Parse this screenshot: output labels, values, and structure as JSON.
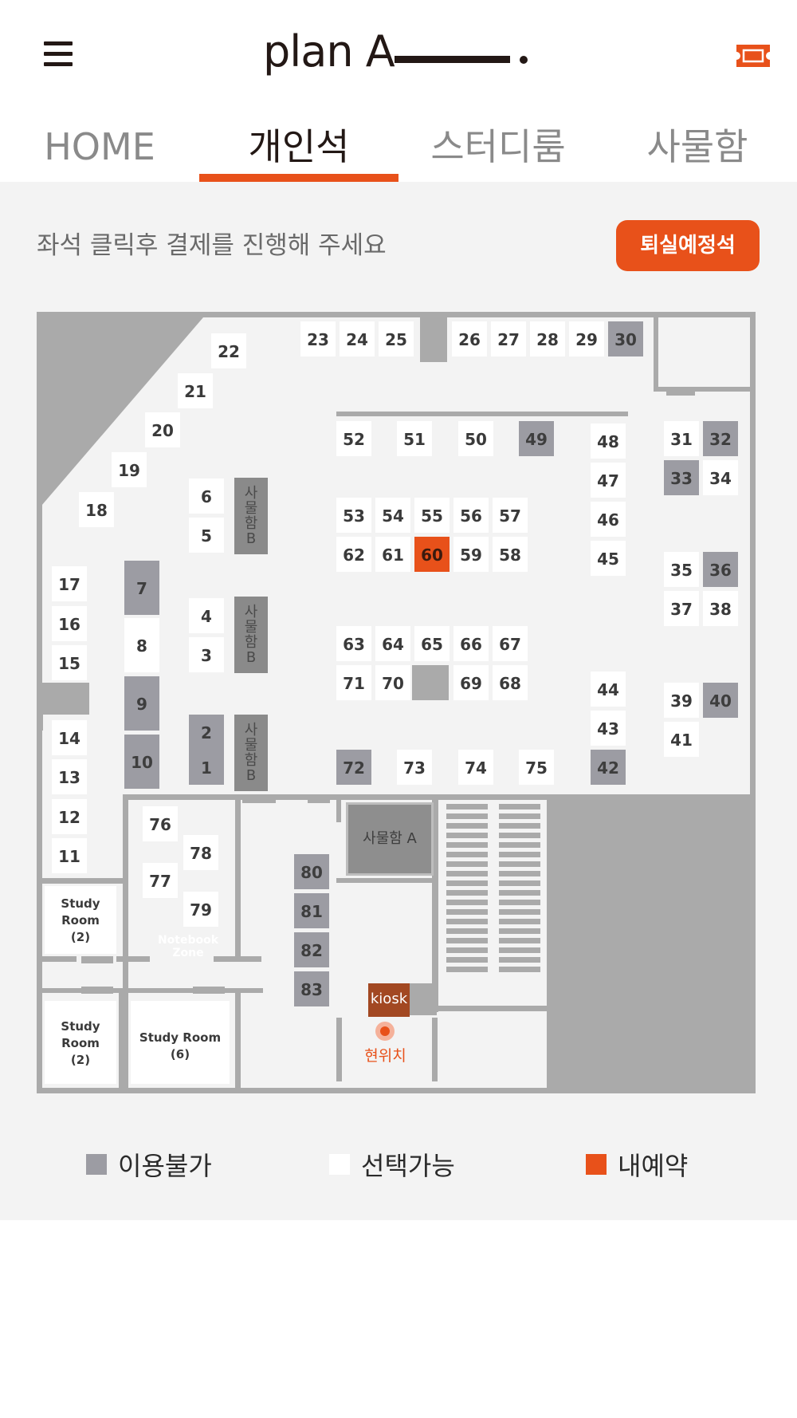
{
  "header": {
    "logo_text": "plan A",
    "colors": {
      "accent": "#e8511a",
      "dark": "#231815"
    }
  },
  "tabs": [
    {
      "label": "HOME"
    },
    {
      "label": "개인석"
    },
    {
      "label": "스터디룸"
    },
    {
      "label": "사물함"
    }
  ],
  "active_tab": "개인석",
  "instruction": "좌석 클릭후 결제를 진행해 주세요",
  "leave_button": "퇴실예정석",
  "map": {
    "seats": [
      {
        "n": "1",
        "s": "u"
      },
      {
        "n": "2",
        "s": "u"
      },
      {
        "n": "3",
        "s": "a"
      },
      {
        "n": "4",
        "s": "a"
      },
      {
        "n": "5",
        "s": "a"
      },
      {
        "n": "6",
        "s": "a"
      },
      {
        "n": "7",
        "s": "u"
      },
      {
        "n": "8",
        "s": "a"
      },
      {
        "n": "9",
        "s": "u"
      },
      {
        "n": "10",
        "s": "u"
      },
      {
        "n": "11",
        "s": "a"
      },
      {
        "n": "12",
        "s": "a"
      },
      {
        "n": "13",
        "s": "a"
      },
      {
        "n": "14",
        "s": "a"
      },
      {
        "n": "15",
        "s": "a"
      },
      {
        "n": "16",
        "s": "a"
      },
      {
        "n": "17",
        "s": "a"
      },
      {
        "n": "18",
        "s": "a"
      },
      {
        "n": "19",
        "s": "a"
      },
      {
        "n": "20",
        "s": "a"
      },
      {
        "n": "21",
        "s": "a"
      },
      {
        "n": "22",
        "s": "a"
      },
      {
        "n": "23",
        "s": "a"
      },
      {
        "n": "24",
        "s": "a"
      },
      {
        "n": "25",
        "s": "a"
      },
      {
        "n": "26",
        "s": "a"
      },
      {
        "n": "27",
        "s": "a"
      },
      {
        "n": "28",
        "s": "a"
      },
      {
        "n": "29",
        "s": "a"
      },
      {
        "n": "30",
        "s": "u"
      },
      {
        "n": "31",
        "s": "a"
      },
      {
        "n": "32",
        "s": "u"
      },
      {
        "n": "33",
        "s": "u"
      },
      {
        "n": "34",
        "s": "a"
      },
      {
        "n": "35",
        "s": "a"
      },
      {
        "n": "36",
        "s": "u"
      },
      {
        "n": "37",
        "s": "a"
      },
      {
        "n": "38",
        "s": "a"
      },
      {
        "n": "39",
        "s": "a"
      },
      {
        "n": "40",
        "s": "u"
      },
      {
        "n": "41",
        "s": "a"
      },
      {
        "n": "42",
        "s": "u"
      },
      {
        "n": "43",
        "s": "a"
      },
      {
        "n": "44",
        "s": "a"
      },
      {
        "n": "45",
        "s": "a"
      },
      {
        "n": "46",
        "s": "a"
      },
      {
        "n": "47",
        "s": "a"
      },
      {
        "n": "48",
        "s": "a"
      },
      {
        "n": "49",
        "s": "u"
      },
      {
        "n": "50",
        "s": "a"
      },
      {
        "n": "51",
        "s": "a"
      },
      {
        "n": "52",
        "s": "a"
      },
      {
        "n": "53",
        "s": "a"
      },
      {
        "n": "54",
        "s": "a"
      },
      {
        "n": "55",
        "s": "a"
      },
      {
        "n": "56",
        "s": "a"
      },
      {
        "n": "57",
        "s": "a"
      },
      {
        "n": "58",
        "s": "a"
      },
      {
        "n": "59",
        "s": "a"
      },
      {
        "n": "60",
        "s": "m"
      },
      {
        "n": "61",
        "s": "a"
      },
      {
        "n": "62",
        "s": "a"
      },
      {
        "n": "63",
        "s": "a"
      },
      {
        "n": "64",
        "s": "a"
      },
      {
        "n": "65",
        "s": "a"
      },
      {
        "n": "66",
        "s": "a"
      },
      {
        "n": "67",
        "s": "a"
      },
      {
        "n": "68",
        "s": "a"
      },
      {
        "n": "69",
        "s": "a"
      },
      {
        "n": "70",
        "s": "a"
      },
      {
        "n": "71",
        "s": "a"
      },
      {
        "n": "72",
        "s": "u"
      },
      {
        "n": "73",
        "s": "a"
      },
      {
        "n": "74",
        "s": "a"
      },
      {
        "n": "75",
        "s": "a"
      },
      {
        "n": "76",
        "s": "a"
      },
      {
        "n": "77",
        "s": "a"
      },
      {
        "n": "78",
        "s": "a"
      },
      {
        "n": "79",
        "s": "a"
      },
      {
        "n": "80",
        "s": "u"
      },
      {
        "n": "81",
        "s": "u"
      },
      {
        "n": "82",
        "s": "u"
      },
      {
        "n": "83",
        "s": "u"
      }
    ],
    "locker_b_label": "사물함B",
    "locker_a_label": "사물함 A",
    "study_room_1": "Study Room (2)",
    "study_room_2": "Study Room (2)",
    "study_room_6": "Study Room (6)",
    "notebook_zone": "Notebook Zone",
    "kiosk": "kiosk",
    "current_location": "현위치"
  },
  "legend": {
    "unavailable": "이용불가",
    "available": "선택가능",
    "mine": "내예약"
  }
}
